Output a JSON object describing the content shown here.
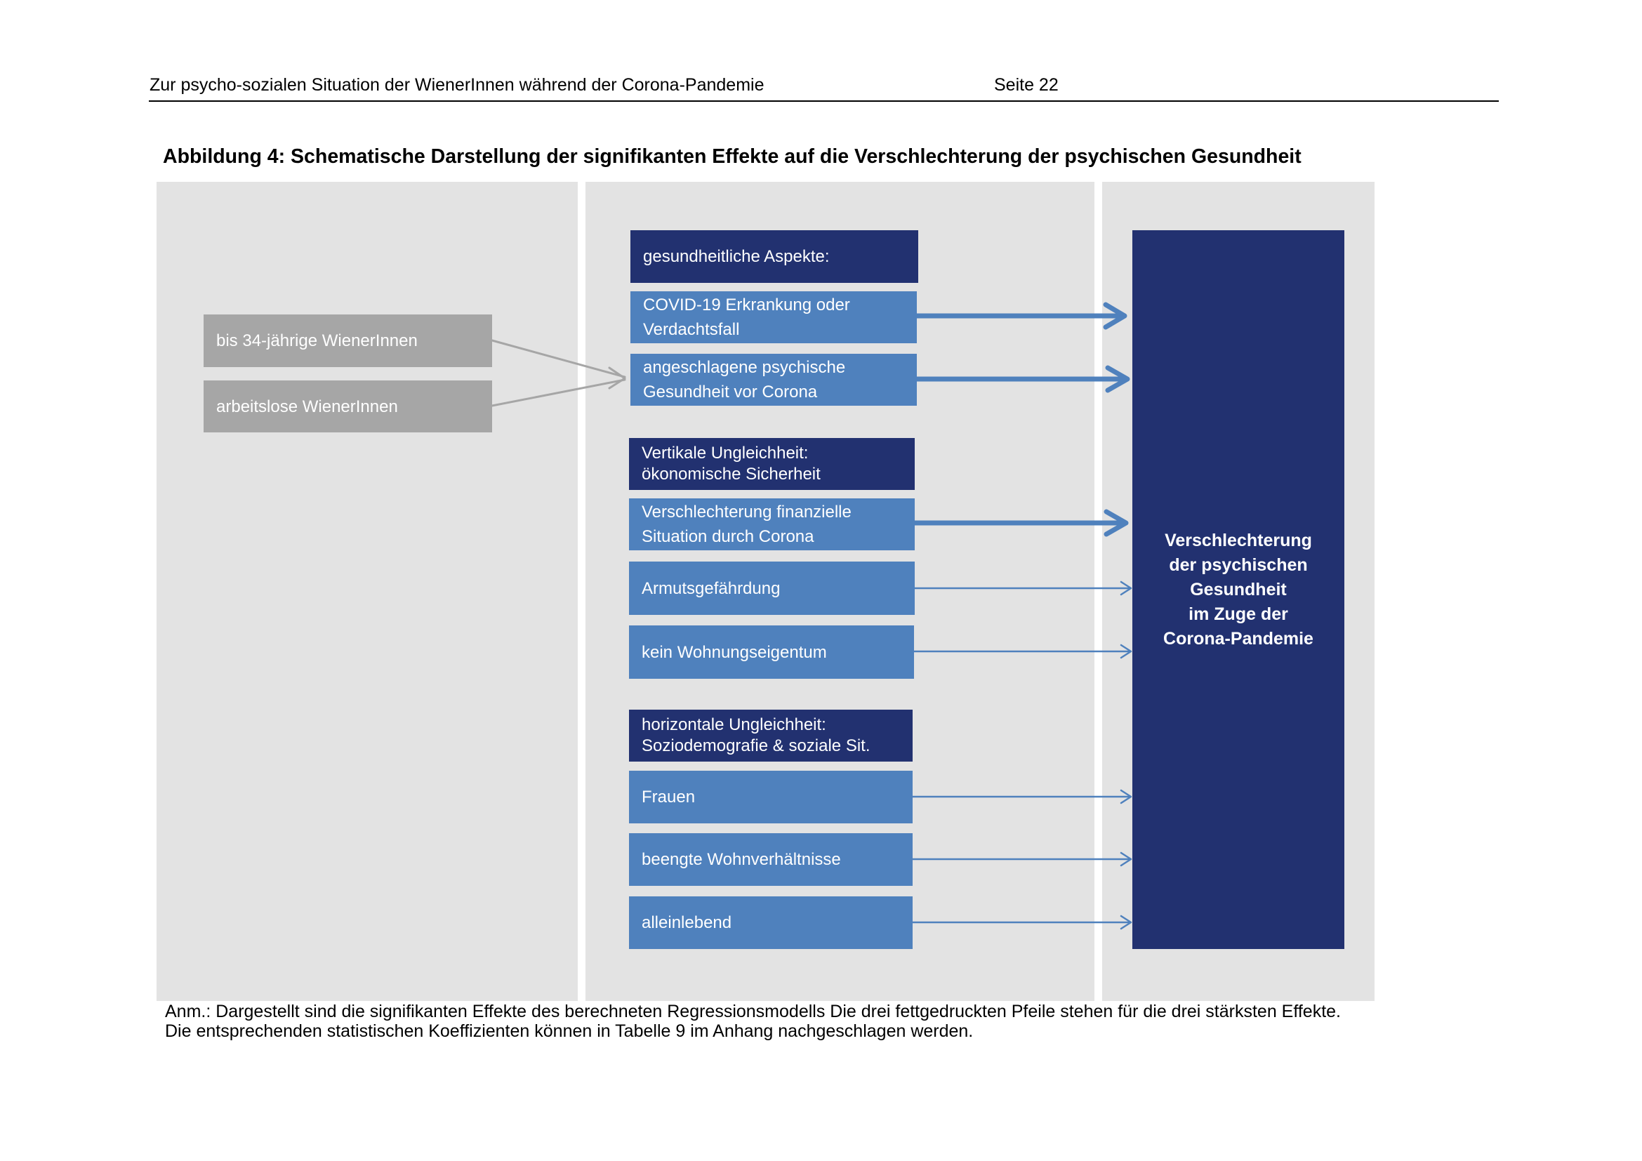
{
  "header": {
    "title": "Zur psycho-sozialen Situation der WienerInnen während der Corona-Pandemie",
    "page": "Seite 22"
  },
  "figure": {
    "caption": "Abbildung 4: Schematische Darstellung der signifikanten Effekte auf die Verschlechterung der psychischen Gesundheit"
  },
  "diagram": {
    "moderators": {
      "young": "bis 34-jährige WienerInnen",
      "unemployed": "arbeitslose WienerInnen"
    },
    "groups": {
      "health": {
        "heading": "gesundheitliche Aspekte:",
        "covid": "COVID-19 Erkrankung oder\nVerdachtsfall",
        "prior_health": "angeschlagene psychische\nGesundheit vor Corona"
      },
      "vertical": {
        "heading": "Vertikale Ungleichheit:\nökonomische Sicherheit",
        "finance": "Verschlechterung finanzielle\nSituation durch Corona",
        "poverty": "Armutsgefährdung",
        "no_property": "kein Wohnungseigentum"
      },
      "horizontal": {
        "heading": "horizontale Ungleichheit:\nSoziodemografie & soziale Sit.",
        "women": "Frauen",
        "crowded": "beengte Wohnverhältnisse",
        "living_alone": "alleinlebend"
      }
    },
    "outcome": "Verschlechterung\nder psychischen\nGesundheit\nim Zuge der\nCorona-Pandemie"
  },
  "note": {
    "line1": "Anm.: Dargestellt sind die signifikanten Effekte des berechneten Regressionsmodells Die drei fettgedruckten Pfeile stehen für die drei stärksten Effekte.",
    "line2": "Die entsprechenden statistischen Koeffizienten können in Tabelle 9 im Anhang nachgeschlagen werden."
  },
  "colors": {
    "panel": "#e3e3e3",
    "dark_navy": "#223170",
    "item_blue": "#4f81bd",
    "moderator_grey": "#a6a6a6",
    "grey_arrow": "#a6a6a6"
  }
}
